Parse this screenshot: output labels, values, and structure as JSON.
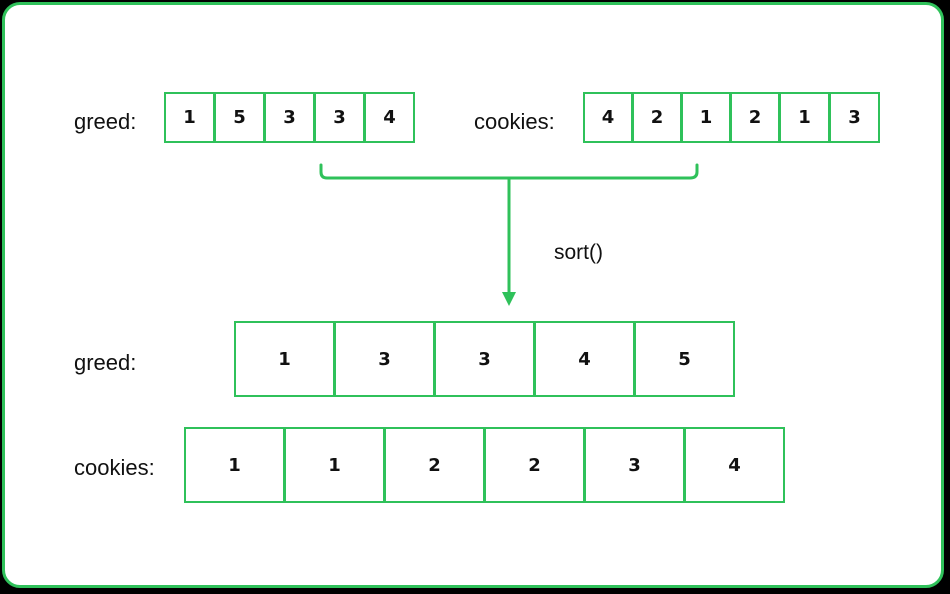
{
  "colors": {
    "accent": "#2fc15a",
    "background": "#ffffff",
    "text": "#111111"
  },
  "top": {
    "greed": {
      "label": "greed:",
      "values": [
        "1",
        "5",
        "3",
        "3",
        "4"
      ]
    },
    "cookies": {
      "label": "cookies:",
      "values": [
        "4",
        "2",
        "1",
        "2",
        "1",
        "3"
      ]
    }
  },
  "operation": {
    "label": "sort()"
  },
  "bottom": {
    "greed": {
      "label": "greed:",
      "values": [
        "1",
        "3",
        "3",
        "4",
        "5"
      ]
    },
    "cookies": {
      "label": "cookies:",
      "values": [
        "1",
        "1",
        "2",
        "2",
        "3",
        "4"
      ]
    }
  }
}
